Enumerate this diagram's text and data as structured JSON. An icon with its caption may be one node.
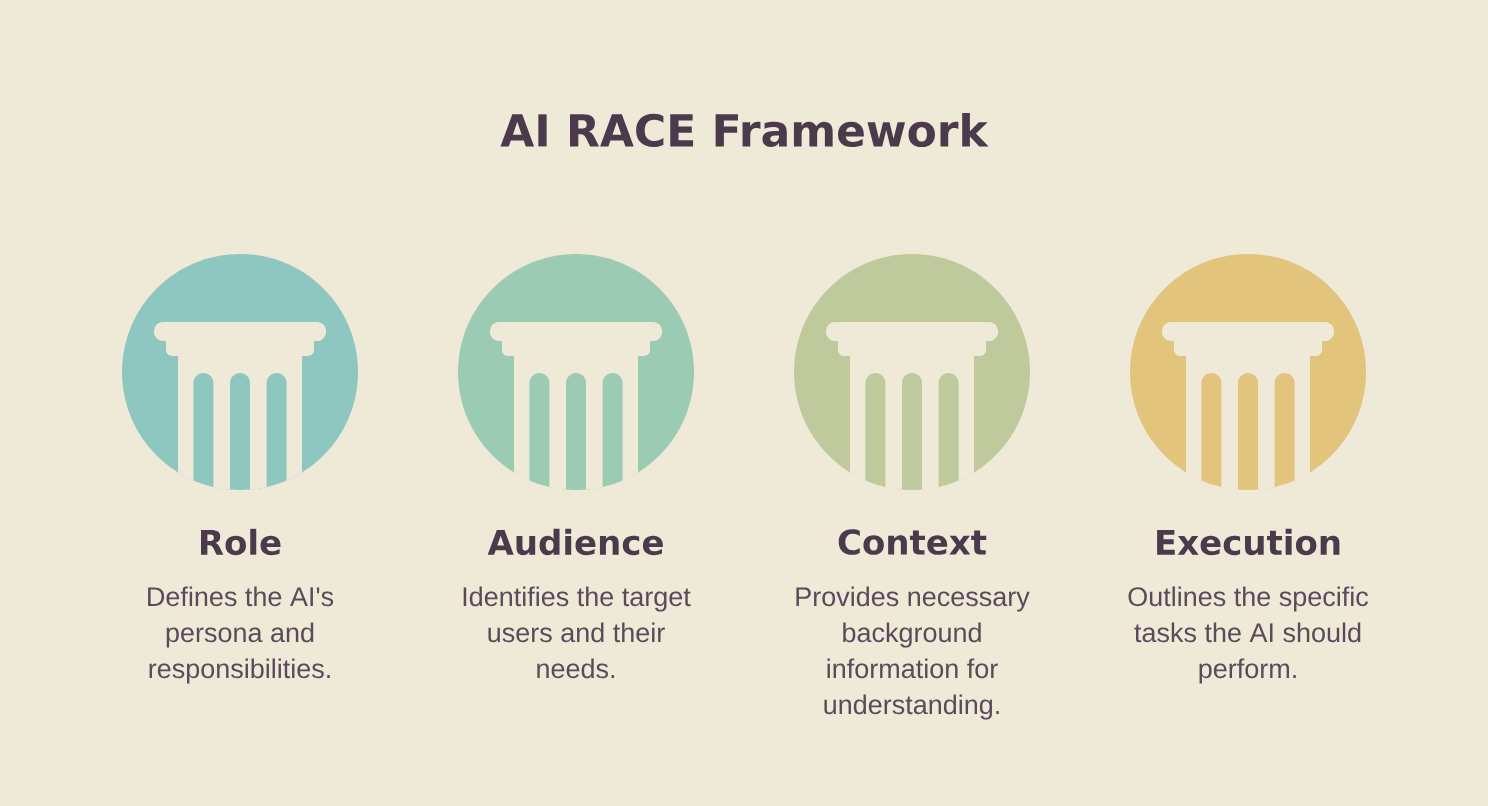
{
  "diagram": {
    "title": "AI RACE Framework",
    "nodes": [
      {
        "text": [
          "Role",
          "Defines the AI's persona and responsibilities."
        ]
      },
      {
        "text": [
          "Audience",
          "Identifies the target users and their needs."
        ]
      },
      {
        "text": [
          "Context",
          "Provides necessary background information for understanding."
        ]
      },
      {
        "text": [
          "Execution",
          "Outlines the specific tasks the AI should perform."
        ]
      }
    ]
  }
}
